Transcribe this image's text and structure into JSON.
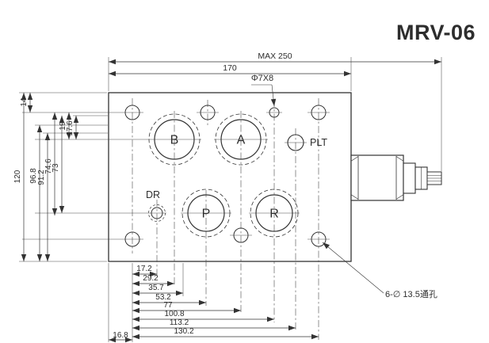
{
  "title": "MRV-06",
  "colors": {
    "title": "#1d3fa8",
    "line": "#333333"
  },
  "block": {
    "ports": {
      "b": "B",
      "a": "A",
      "p": "P",
      "r": "R"
    },
    "labels": {
      "plt": "PLT",
      "dr": "DR"
    }
  },
  "notes": {
    "top_hole": "Φ7X8",
    "bottom_hole": "6-∅ 13.5通孔"
  },
  "dims": {
    "max_width": "MAX 250",
    "body_width": "170",
    "left": {
      "d120": "120",
      "d14": "14",
      "d96_8": "96.8",
      "d91_2": "91.2",
      "d74_6": "74.6",
      "d73": "73",
      "d19": "19",
      "d17_6": "17.6"
    },
    "bottom": {
      "d17_2": "17.2",
      "d29_2": "29.2",
      "d35_7": "35.7",
      "d53_2": "53.2",
      "d77": "77",
      "d100_8": "100.8",
      "d113_2": "113.2",
      "d130_2": "130.2",
      "d16_8": "16.8"
    }
  }
}
